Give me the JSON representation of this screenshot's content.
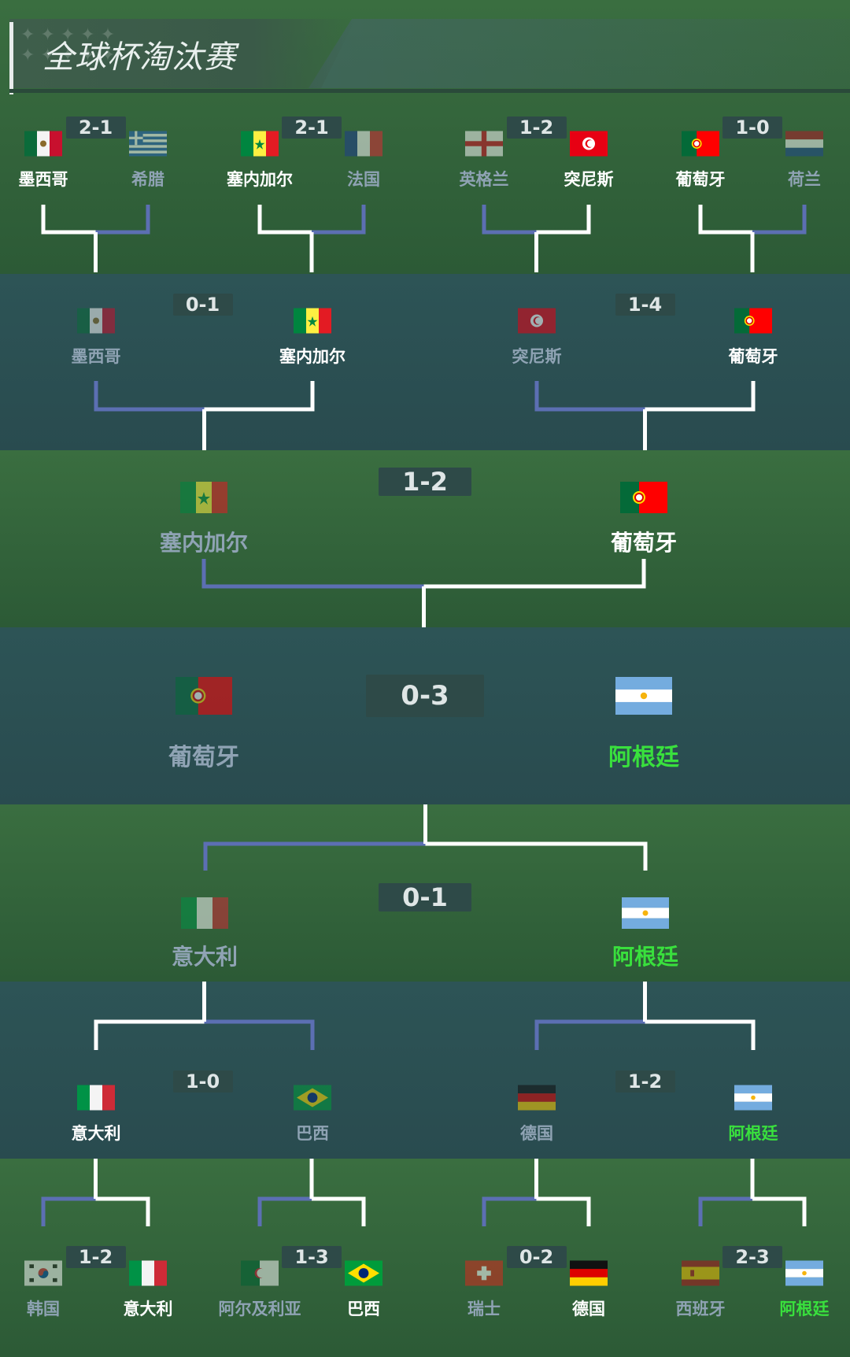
{
  "header": {
    "title": "全球杯淘汰赛"
  },
  "colors": {
    "win": "#ffffff",
    "lose": "#8fa3b4",
    "champion": "#39e03d",
    "line_win": "#ffffff",
    "line_lose": "#5c6fb3"
  },
  "round_of_16": [
    {
      "score": "2-1",
      "left": {
        "name": "墨西哥",
        "flag": "mexico"
      },
      "right": {
        "name": "希腊",
        "flag": "greece"
      },
      "winner": "left"
    },
    {
      "score": "2-1",
      "left": {
        "name": "塞内加尔",
        "flag": "senegal"
      },
      "right": {
        "name": "法国",
        "flag": "france"
      },
      "winner": "left"
    },
    {
      "score": "1-2",
      "left": {
        "name": "英格兰",
        "flag": "england"
      },
      "right": {
        "name": "突尼斯",
        "flag": "tunisia"
      },
      "winner": "right"
    },
    {
      "score": "1-0",
      "left": {
        "name": "葡萄牙",
        "flag": "portugal"
      },
      "right": {
        "name": "荷兰",
        "flag": "netherlands"
      },
      "winner": "left"
    }
  ],
  "quarter_finals_top": [
    {
      "score": "0-1",
      "left": {
        "name": "墨西哥",
        "flag": "mexico"
      },
      "right": {
        "name": "塞内加尔",
        "flag": "senegal"
      },
      "winner": "right"
    },
    {
      "score": "1-4",
      "left": {
        "name": "突尼斯",
        "flag": "tunisia"
      },
      "right": {
        "name": "葡萄牙",
        "flag": "portugal"
      },
      "winner": "right"
    }
  ],
  "semi_final_top": {
    "score": "1-2",
    "left": {
      "name": "塞内加尔",
      "flag": "senegal"
    },
    "right": {
      "name": "葡萄牙",
      "flag": "portugal"
    },
    "winner": "right"
  },
  "final": {
    "score": "0-3",
    "left": {
      "name": "葡萄牙",
      "flag": "portugal"
    },
    "right": {
      "name": "阿根廷",
      "flag": "argentina"
    },
    "winner": "right"
  },
  "semi_final_bottom": {
    "score": "0-1",
    "left": {
      "name": "意大利",
      "flag": "italy"
    },
    "right": {
      "name": "阿根廷",
      "flag": "argentina"
    },
    "winner": "right"
  },
  "quarter_finals_bottom": [
    {
      "score": "1-0",
      "left": {
        "name": "意大利",
        "flag": "italy"
      },
      "right": {
        "name": "巴西",
        "flag": "brazil"
      },
      "winner": "left"
    },
    {
      "score": "1-2",
      "left": {
        "name": "德国",
        "flag": "germany"
      },
      "right": {
        "name": "阿根廷",
        "flag": "argentina"
      },
      "winner": "right"
    }
  ],
  "round_of_16_bottom": [
    {
      "score": "1-2",
      "left": {
        "name": "韩国",
        "flag": "korea"
      },
      "right": {
        "name": "意大利",
        "flag": "italy"
      },
      "winner": "right"
    },
    {
      "score": "1-3",
      "left": {
        "name": "阿尔及利亚",
        "flag": "algeria"
      },
      "right": {
        "name": "巴西",
        "flag": "brazil"
      },
      "winner": "right"
    },
    {
      "score": "0-2",
      "left": {
        "name": "瑞士",
        "flag": "switzerland"
      },
      "right": {
        "name": "德国",
        "flag": "germany"
      },
      "winner": "right"
    },
    {
      "score": "2-3",
      "left": {
        "name": "西班牙",
        "flag": "spain"
      },
      "right": {
        "name": "阿根廷",
        "flag": "argentina"
      },
      "winner": "right"
    }
  ],
  "champion": "阿根廷"
}
